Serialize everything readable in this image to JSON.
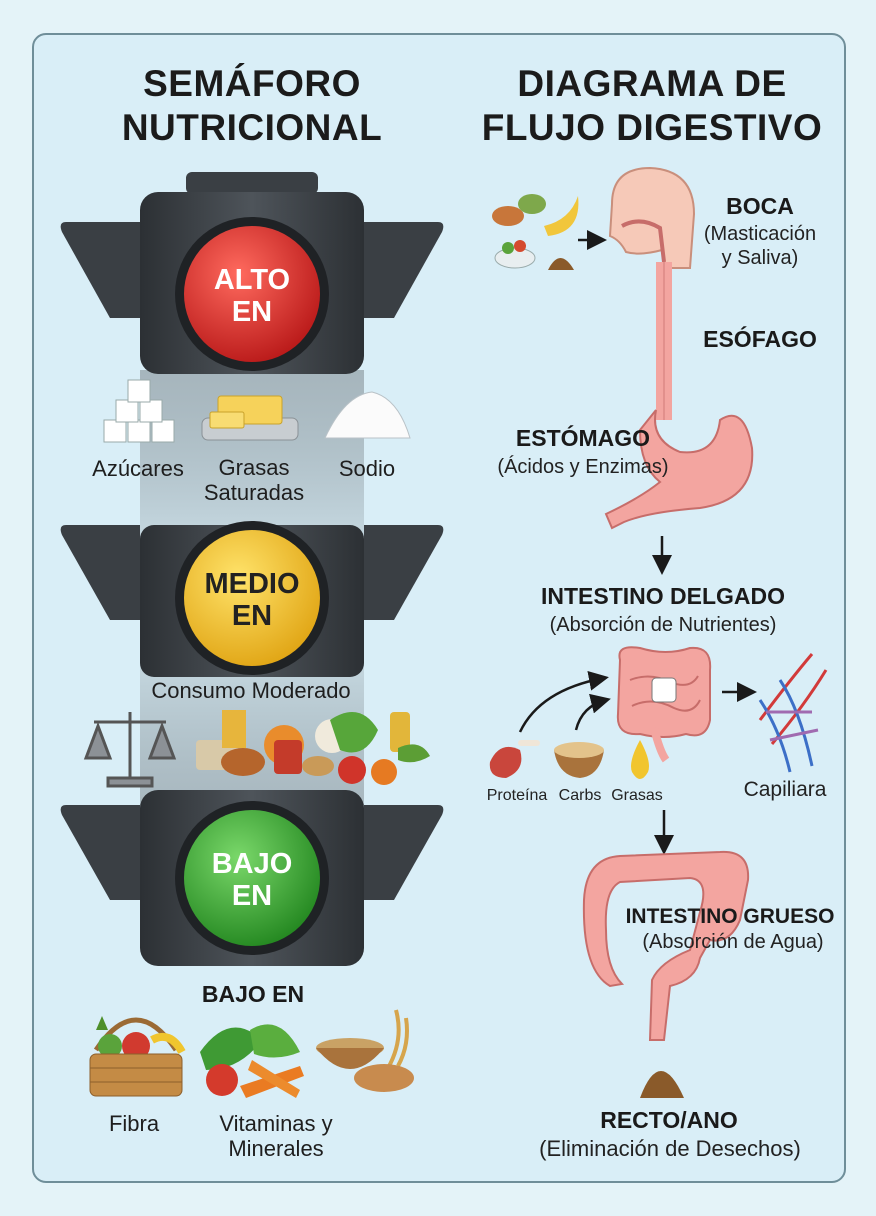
{
  "left": {
    "title_line1": "SEMÁFORO",
    "title_line2": "NUTRICIONAL",
    "red": {
      "line1": "ALTO",
      "line2": "EN",
      "color": "#d92c2c"
    },
    "red_items": [
      "Azúcares",
      "Grasas Saturadas",
      "Sodio"
    ],
    "yellow": {
      "line1": "MEDIO",
      "line2": "EN",
      "color": "#f2c227"
    },
    "yellow_caption": "Consumo Moderado",
    "green": {
      "line1": "BAJO",
      "line2": "EN",
      "color": "#3aa534"
    },
    "green_heading": "BAJO EN",
    "green_items": [
      "Fibra",
      "Vitaminas y Minerales"
    ]
  },
  "right": {
    "title_line1": "DIAGRAMA DE",
    "title_line2": "FLUJO DIGESTIVO",
    "boca": {
      "name": "BOCA",
      "desc_line1": "(Masticación",
      "desc_line2": "y Saliva)"
    },
    "esofago": {
      "name": "ESÓFAGO"
    },
    "estomago": {
      "name": "ESTÓMAGO",
      "desc": "(Ácidos y Enzimas)"
    },
    "intestino_delgado": {
      "name": "INTESTINO DELGADO",
      "desc": "(Absorción de Nutrientes)"
    },
    "nutrients": [
      "Proteína",
      "Carbs",
      "Grasas"
    ],
    "capillary": "Capiliara",
    "intestino_grueso": {
      "name": "INTESTINO GRUESO",
      "desc": "(Absorción de Agua)"
    },
    "recto": {
      "name": "RECTO/ANO",
      "desc": "(Eliminación de Desechos)"
    }
  },
  "colors": {
    "organ_pink": "#f3a5a0",
    "organ_outline": "#c76d6a",
    "housing": "#3d4247"
  }
}
